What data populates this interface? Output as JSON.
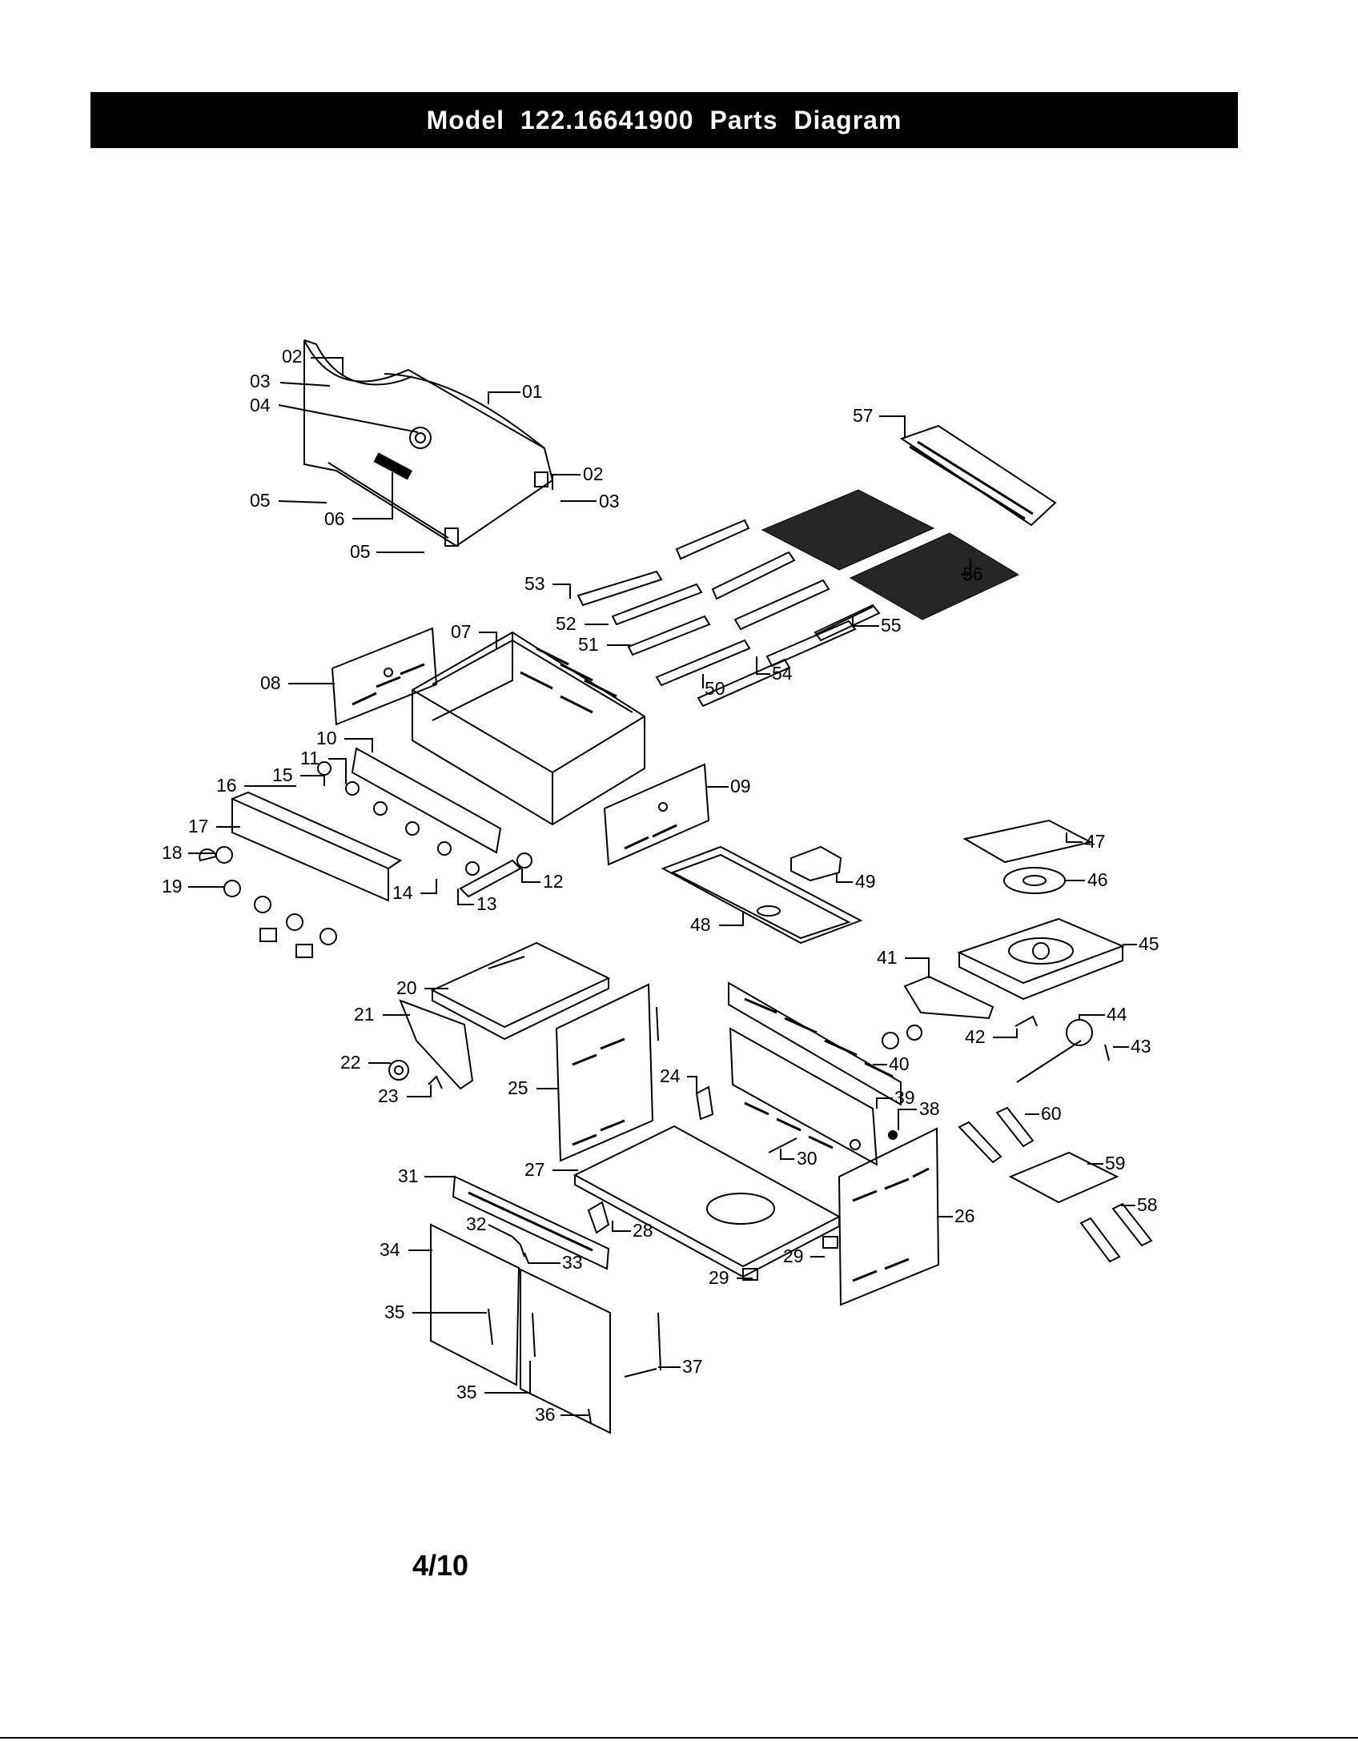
{
  "title": "Model 122.16641900 Parts Diagram",
  "page_number": "4/10",
  "callouts": [
    "01",
    "02",
    "03",
    "04",
    "05",
    "06",
    "07",
    "08",
    "09",
    "10",
    "11",
    "12",
    "13",
    "14",
    "15",
    "16",
    "17",
    "18",
    "19",
    "20",
    "21",
    "22",
    "23",
    "24",
    "25",
    "26",
    "27",
    "28",
    "29",
    "30",
    "31",
    "32",
    "33",
    "34",
    "35",
    "36",
    "37",
    "38",
    "39",
    "40",
    "41",
    "42",
    "43",
    "44",
    "45",
    "46",
    "47",
    "48",
    "49",
    "50",
    "51",
    "52",
    "53",
    "54",
    "55",
    "56",
    "57",
    "58",
    "59",
    "60"
  ]
}
